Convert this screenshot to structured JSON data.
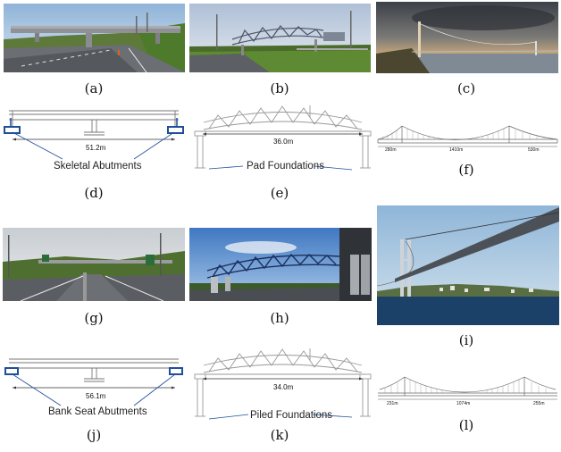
{
  "labels": {
    "a": "(a)",
    "b": "(b)",
    "c": "(c)",
    "d": "(d)",
    "e": "(e)",
    "f": "(f)",
    "g": "(g)",
    "h": "(h)",
    "i": "(i)",
    "j": "(j)",
    "k": "(k)",
    "l": "(l)"
  },
  "diagram_d": {
    "span": "51.2m",
    "note": "Skeletal Abutments"
  },
  "diagram_e": {
    "span": "36.0m",
    "note": "Pad Foundations"
  },
  "diagram_f": {
    "left": "280m",
    "main": "1410m",
    "right": "530m"
  },
  "diagram_j": {
    "span": "56.1m",
    "note": "Bank Seat Abutments"
  },
  "diagram_k": {
    "span": "34.0m",
    "note": "Piled Foundations"
  },
  "diagram_l": {
    "left": "231m",
    "main": "1074m",
    "right": "255m"
  }
}
